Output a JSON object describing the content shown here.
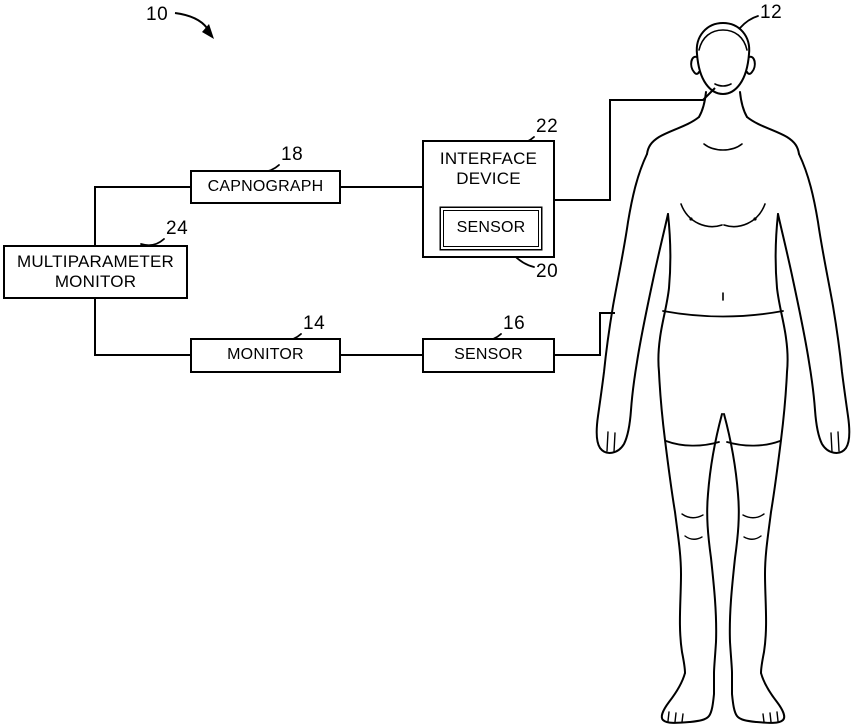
{
  "refs": {
    "system": "10",
    "patient": "12",
    "monitor": "14",
    "sensor": "16",
    "capnograph": "18",
    "interface_sensor": "20",
    "interface_device": "22",
    "multiparameter_monitor": "24"
  },
  "boxes": {
    "capnograph": {
      "label": "CAPNOGRAPH"
    },
    "interface_device": {
      "line1": "INTERFACE",
      "line2": "DEVICE"
    },
    "interface_sensor": {
      "label": "SENSOR"
    },
    "multiparameter_monitor": {
      "line1": "MULTIPARAMETER",
      "line2": "MONITOR"
    },
    "monitor": {
      "label": "MONITOR"
    },
    "sensor": {
      "label": "SENSOR"
    }
  },
  "colors": {
    "ink": "#000000",
    "background": "#ffffff"
  }
}
